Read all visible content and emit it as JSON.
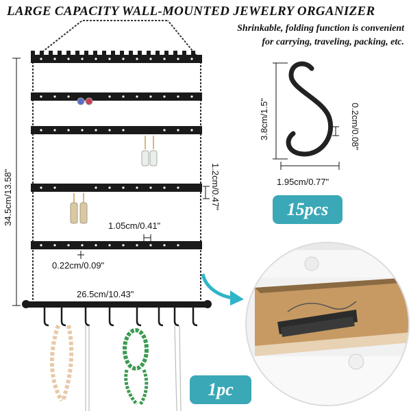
{
  "title": "LARGE CAPACITY WALL-MOUNTED JEWELRY ORGANIZER",
  "subtitle_line1": "Shrinkable, folding function is convenient",
  "subtitle_line2": "for carrying, traveling, packing, etc.",
  "dimensions": {
    "height": "34.5cm/13.58\"",
    "rack_spacing": "1.2cm/0.47\"",
    "slot_width": "1.05cm/0.41\"",
    "hole_size": "0.22cm/0.09\"",
    "width": "26.5cm/10.43\"",
    "hook_height": "3.8cm/1.5\"",
    "hook_thickness": "0.2cm/0.08\"",
    "hook_width": "1.95cm/0.77\""
  },
  "quantities": {
    "hooks": "15pcs",
    "organizer": "1pc"
  },
  "colors": {
    "badge": "#3aa8b6",
    "arrow": "#2fb4c8",
    "metal": "#1a1a1a"
  }
}
